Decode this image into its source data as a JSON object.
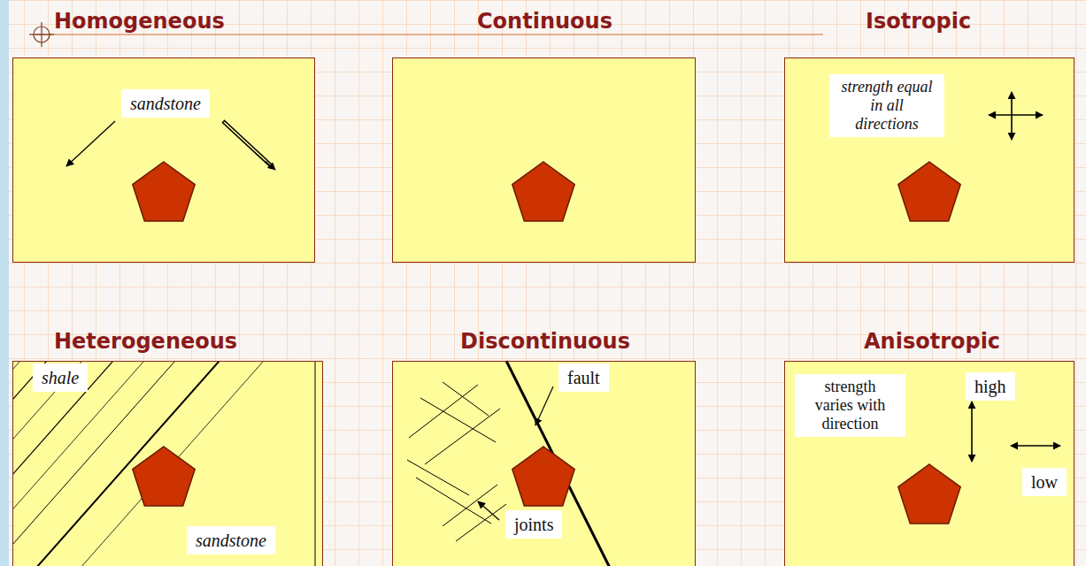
{
  "diagram": {
    "nodes": [
      {
        "text": [
          "Homogeneous"
        ]
      },
      {
        "text": [
          "sandstone"
        ],
        "in": 0
      },
      {
        "text": [
          "Continuous"
        ]
      },
      {
        "text": [
          "Isotropic"
        ]
      },
      {
        "text": [
          "strength equal in all directions"
        ],
        "in": 3
      },
      {
        "text": [
          "Heterogeneous"
        ]
      },
      {
        "text": [
          "shale"
        ],
        "in": 5
      },
      {
        "text": [
          "sandstone"
        ],
        "in": 5
      },
      {
        "text": [
          "Discontinuous"
        ]
      },
      {
        "text": [
          "fault"
        ],
        "in": 8
      },
      {
        "text": [
          "joints"
        ],
        "in": 8
      },
      {
        "text": [
          "Anisotropic"
        ]
      },
      {
        "text": [
          "strength varies with direction"
        ],
        "in": 11
      },
      {
        "text": [
          "high"
        ],
        "in": 11
      },
      {
        "text": [
          "low"
        ],
        "in": 11
      }
    ]
  }
}
